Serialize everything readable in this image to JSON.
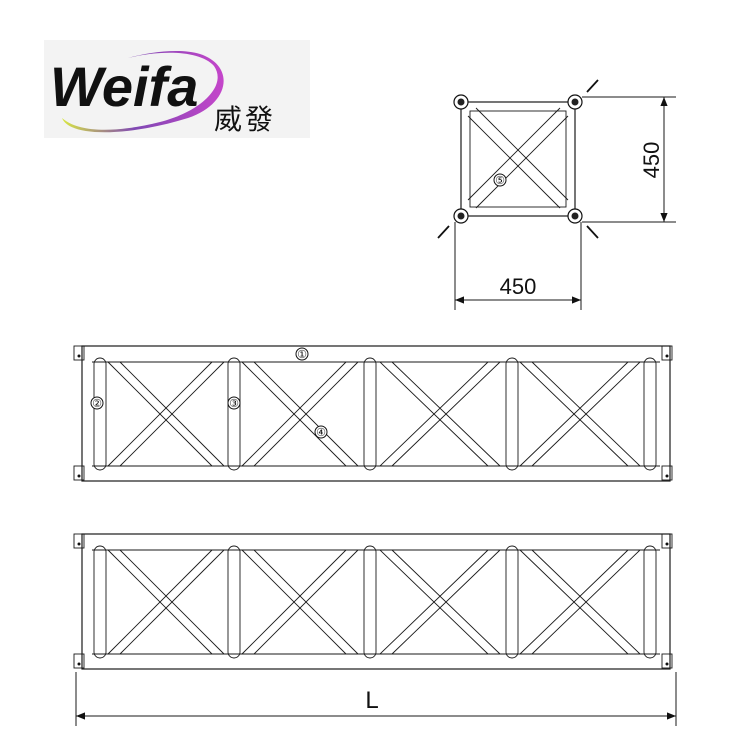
{
  "logo": {
    "brand_latin": "Weifa",
    "brand_chinese": "威發"
  },
  "cross_section": {
    "width_label": "450",
    "height_label": "450",
    "callout": "⑤"
  },
  "side_view": {
    "callouts": [
      "①",
      "②",
      "③",
      "④"
    ]
  },
  "bottom_view": {
    "length_label": "L"
  }
}
